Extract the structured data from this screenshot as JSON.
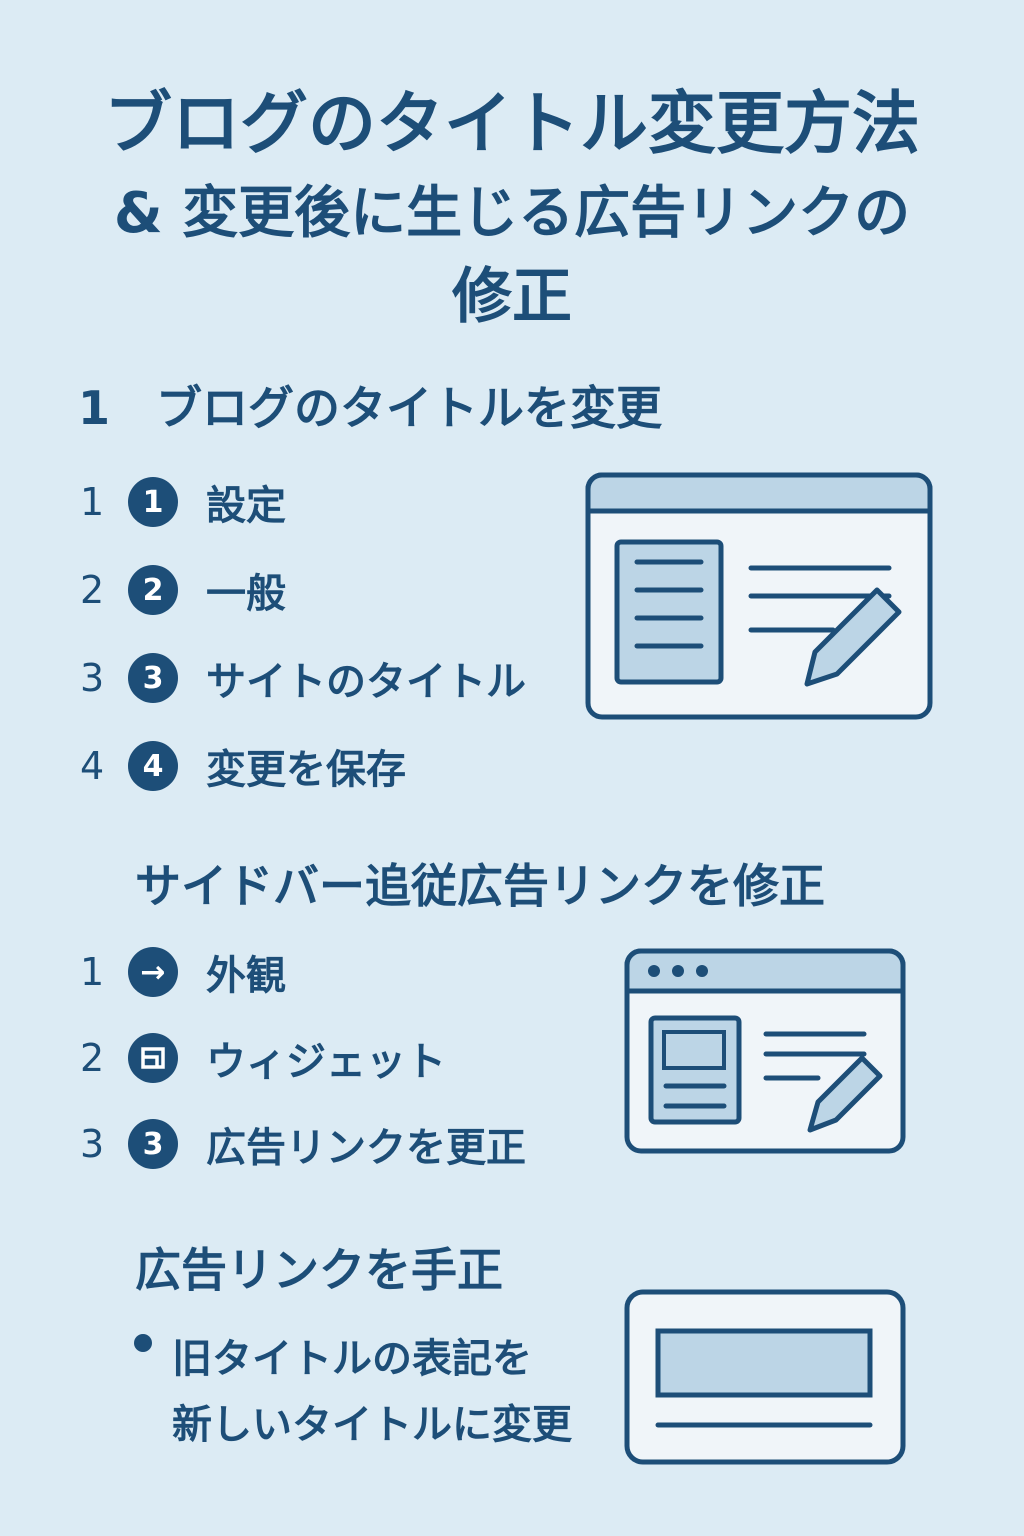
{
  "title": {
    "line1": "ブログのタイトル変更方法",
    "line2": "& 変更後に生じる広告リンクの",
    "line3": "修正"
  },
  "section1": {
    "heading_num": "1",
    "heading": "ブログのタイトルを変更",
    "steps": [
      {
        "num": "1",
        "badge": "1",
        "label": "設定"
      },
      {
        "num": "2",
        "badge": "2",
        "label": "一般"
      },
      {
        "num": "3",
        "badge": "3",
        "label": "サイトのタイトル"
      },
      {
        "num": "4",
        "badge": "4",
        "label": "変更を保存"
      }
    ]
  },
  "section2": {
    "heading": "サイドバー追従広告リンクを修正",
    "steps": [
      {
        "num": "1",
        "badge": "→",
        "label": "外観"
      },
      {
        "num": "2",
        "badge": "",
        "label": "ウィジェット"
      },
      {
        "num": "3",
        "badge": "3",
        "label": "広告リンクを更正"
      }
    ]
  },
  "section3": {
    "heading": "広告リンクを手正",
    "bullet_line1": "旧タイトルの表記を",
    "bullet_line2": "新しいタイトルに変更"
  },
  "colors": {
    "background": "#dcebf4",
    "primary": "#1d4e78",
    "panel": "#f0f5f9",
    "accent_fill": "#bcd5e6"
  }
}
